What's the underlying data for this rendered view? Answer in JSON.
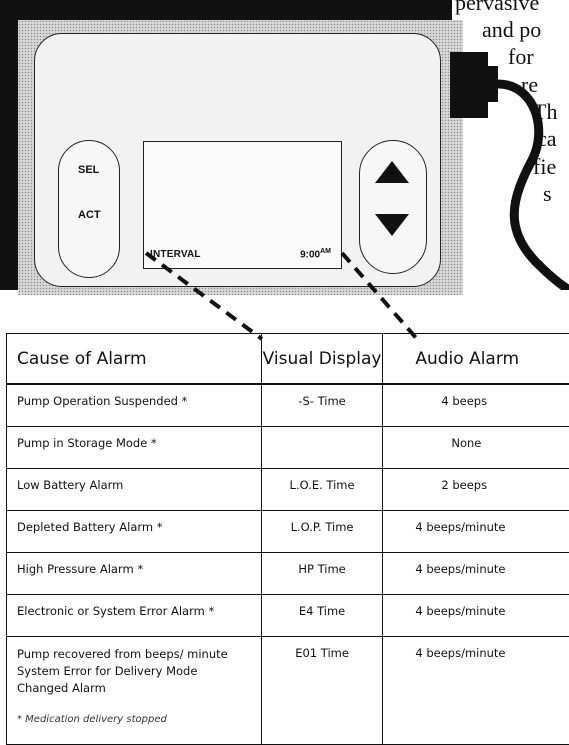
{
  "device": {
    "buttons": {
      "sel": "SEL",
      "act": "ACT"
    },
    "display": {
      "mode": "INTERVAL",
      "time": "9:00",
      "ampm": "AM"
    },
    "icons": [
      "arrow-up-icon",
      "arrow-down-icon",
      "cable-plug-icon"
    ]
  },
  "body_text": {
    "lines": [
      "pervasive",
      "and po",
      "for",
      "re",
      "Th",
      "ca",
      "fie",
      "s"
    ]
  },
  "alarm_table": {
    "headers": {
      "cause": "Cause of Alarm",
      "visual": "Visual Display",
      "audio": "Audio Alarm"
    },
    "rows": [
      {
        "cause": "Pump Operation Suspended *",
        "visual": "-S- Time",
        "audio": "4 beeps"
      },
      {
        "cause": "Pump in Storage Mode *",
        "visual": "",
        "audio": "None"
      },
      {
        "cause": "Low Battery Alarm",
        "visual": "L.O.E. Time",
        "audio": "2 beeps"
      },
      {
        "cause": "Depleted Battery Alarm *",
        "visual": "L.O.P. Time",
        "audio": "4 beeps/minute"
      },
      {
        "cause": "High Pressure Alarm *",
        "visual": "HP Time",
        "audio": "4 beeps/minute"
      },
      {
        "cause": "Electronic or System Error Alarm *",
        "visual": "E4 Time",
        "audio": "4 beeps/minute"
      },
      {
        "cause": "Pump recovered from beeps/ minute System Error for Delivery Mode Changed Alarm",
        "visual": "E01 Time",
        "audio": "4 beeps/minute"
      }
    ],
    "footnote": "* Medication delivery stopped"
  }
}
